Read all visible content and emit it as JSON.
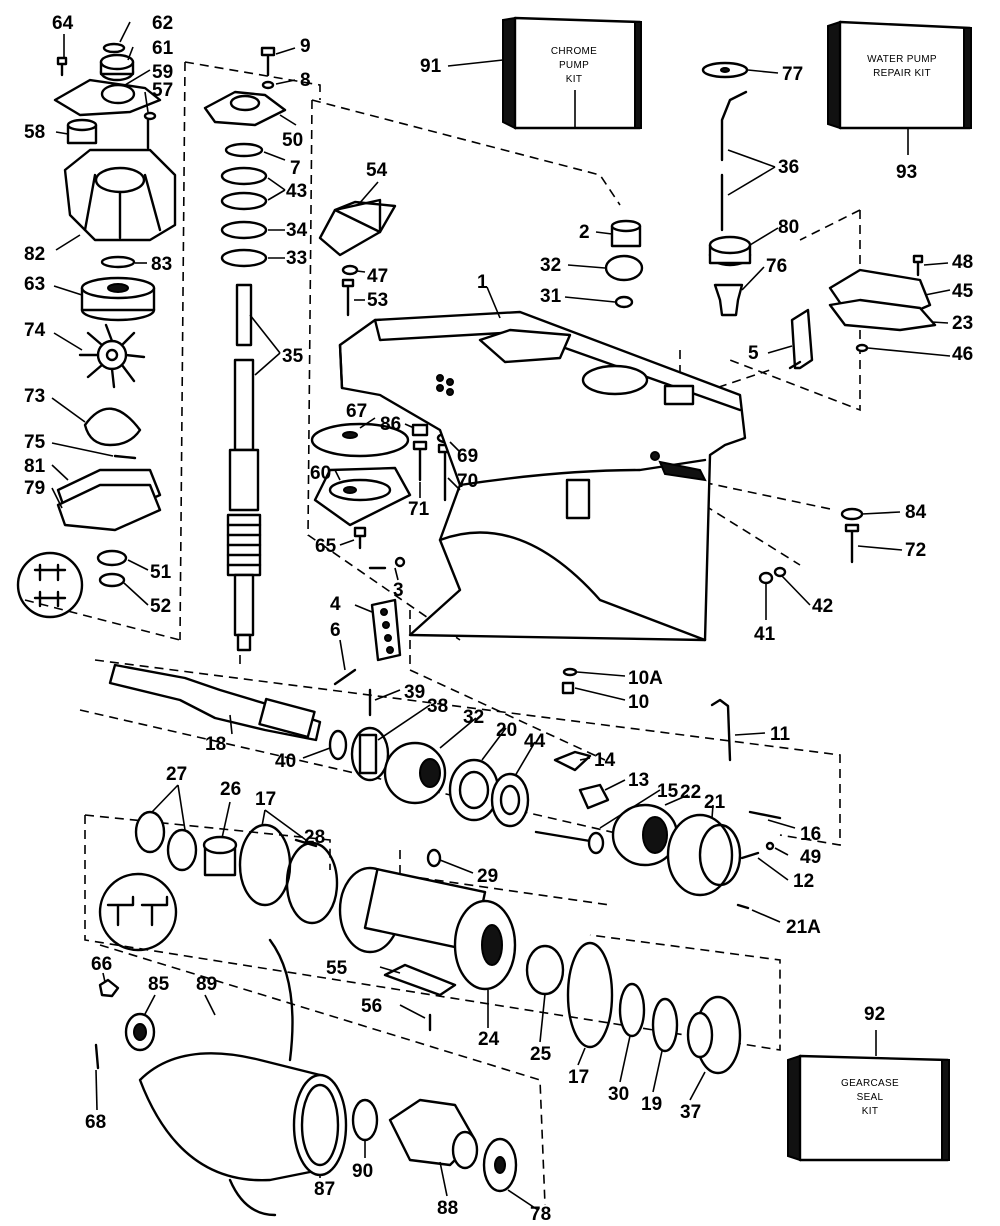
{
  "kits": {
    "chrome_pump": {
      "line1": "CHROME",
      "line2": "PUMP",
      "line3": "KIT",
      "number": "91"
    },
    "water_pump_repair": {
      "line1": "WATER PUMP",
      "line2": "REPAIR KIT",
      "number": "93"
    },
    "gearcase_seal": {
      "line1": "GEARCASE",
      "line2": "SEAL",
      "line3": "KIT",
      "number": "92"
    }
  },
  "callouts": [
    "64",
    "62",
    "61",
    "59",
    "57",
    "58",
    "82",
    "83",
    "63",
    "74",
    "73",
    "75",
    "81",
    "79",
    "51",
    "52",
    "9",
    "8",
    "50",
    "7",
    "43",
    "34",
    "33",
    "35",
    "54",
    "47",
    "53",
    "67",
    "60",
    "86",
    "69",
    "70",
    "71",
    "65",
    "3",
    "4",
    "6",
    "1",
    "2",
    "32",
    "31",
    "77",
    "36",
    "80",
    "76",
    "5",
    "48",
    "45",
    "23",
    "46",
    "84",
    "72",
    "42",
    "41",
    "10A",
    "10",
    "39",
    "38",
    "18",
    "40",
    "20",
    "44",
    "14",
    "13",
    "15",
    "22",
    "21",
    "11",
    "16",
    "49",
    "12",
    "21A",
    "27",
    "26",
    "17",
    "28",
    "29",
    "55",
    "56",
    "24",
    "25",
    "30",
    "19",
    "37",
    "66",
    "85",
    "89",
    "68",
    "87",
    "90",
    "88",
    "78"
  ]
}
